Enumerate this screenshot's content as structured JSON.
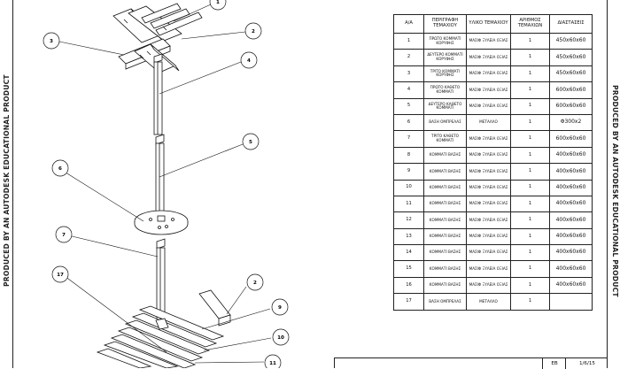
{
  "watermark": {
    "left": "PRODUCED BY AN AUTODESK EDUCATIONAL PRODUCT",
    "right": "PRODUCED BY AN AUTODESK EDUCATIONAL PRODUCT"
  },
  "callouts": [
    "1",
    "2",
    "3",
    "4",
    "5",
    "6",
    "7",
    "17",
    "2",
    "9",
    "10",
    "11"
  ],
  "bom": {
    "headers": [
      "Α/Α",
      "ΠΕΡΙΓΡΑΦΗ ΤΕΜΑΧΙΟΥ",
      "ΥΛΙΚΟ ΤΕΜΑΧΙΟΥ",
      "ΑΡΙΘΜΟΣ ΤΕΜΑΧΙΩΝ",
      "ΔΙΑΣΤΑΣΕΙΣ"
    ],
    "rows": [
      {
        "no": "1",
        "desc": "ΠΡΩΤΟ ΚΟΜΜΑΤΙ ΚΟΡΥΦΗΣ",
        "mat": "ΜΑΣΙΦ ΞΥΛΕΙΑ ΟΞΙΑΣ",
        "qty": "1",
        "dim": "450x60x60"
      },
      {
        "no": "2",
        "desc": "ΔΕΥΤΕΡΟ ΚΟΜΜΑΤΙ ΚΟΡΥΦΗΣ",
        "mat": "ΜΑΣΙΦ ΞΥΛΕΙΑ ΟΞΙΑΣ",
        "qty": "1",
        "dim": "450x60x60"
      },
      {
        "no": "3",
        "desc": "ΤΡΙΤΟ ΚΟΜΜΑΤΙ ΚΟΡΥΦΗΣ",
        "mat": "ΜΑΣΙΦ ΞΥΛΕΙΑ ΟΞΙΑΣ",
        "qty": "1",
        "dim": "450x60x60"
      },
      {
        "no": "4",
        "desc": "ΠΡΩΤΟ ΚΑΘΕΤΟ ΚΟΜΜΑΤΙ",
        "mat": "ΜΑΣΙΦ ΞΥΛΕΙΑ ΟΞΙΑΣ",
        "qty": "1",
        "dim": "600x60x60"
      },
      {
        "no": "5",
        "desc": "ΔΕΥΤΕΡΟ ΚΑΘΕΤΟ ΚΟΜΜΑΤΙ",
        "mat": "ΜΑΣΙΦ ΞΥΛΕΙΑ ΟΞΙΑΣ",
        "qty": "1",
        "dim": "600x60x60"
      },
      {
        "no": "6",
        "desc": "ΒΑΣΗ ΟΜΠΡΕΛΑΣ",
        "mat": "ΜΕΤΑΛΛΟ",
        "qty": "1",
        "dim": "Φ300x2"
      },
      {
        "no": "7",
        "desc": "ΤΡΙΤΟ ΚΑΘΕΤΟ ΚΟΜΜΑΤΙ",
        "mat": "ΜΑΣΙΦ ΞΥΛΕΙΑ ΟΞΙΑΣ",
        "qty": "1",
        "dim": "600x60x60"
      },
      {
        "no": "8",
        "desc": "ΚΟΜΜΑΤΙ ΒΑΣΗΣ",
        "mat": "ΜΑΣΙΦ ΞΥΛΕΙΑ ΟΞΙΑΣ",
        "qty": "1",
        "dim": "400x60x60"
      },
      {
        "no": "9",
        "desc": "ΚΟΜΜΑΤΙ ΒΑΣΗΣ",
        "mat": "ΜΑΣΙΦ ΞΥΛΕΙΑ ΟΞΙΑΣ",
        "qty": "1",
        "dim": "400x60x60"
      },
      {
        "no": "10",
        "desc": "ΚΟΜΜΑΤΙ ΒΑΣΗΣ",
        "mat": "ΜΑΣΙΦ ΞΥΛΕΙΑ ΟΞΙΑΣ",
        "qty": "1",
        "dim": "400x60x60"
      },
      {
        "no": "11",
        "desc": "ΚΟΜΜΑΤΙ ΒΑΣΗΣ",
        "mat": "ΜΑΣΙΦ ΞΥΛΕΙΑ ΟΞΙΑΣ",
        "qty": "1",
        "dim": "400x60x60"
      },
      {
        "no": "12",
        "desc": "ΚΟΜΜΑΤΙ ΒΑΣΗΣ",
        "mat": "ΜΑΣΙΦ ΞΥΛΕΙΑ ΟΞΙΑΣ",
        "qty": "1",
        "dim": "400x60x60"
      },
      {
        "no": "13",
        "desc": "ΚΟΜΜΑΤΙ ΒΑΣΗΣ",
        "mat": "ΜΑΣΙΦ ΞΥΛΕΙΑ ΟΞΙΑΣ",
        "qty": "1",
        "dim": "400x60x60"
      },
      {
        "no": "14",
        "desc": "ΚΟΜΜΑΤΙ ΒΑΣΗΣ",
        "mat": "ΜΑΣΙΦ ΞΥΛΕΙΑ ΟΞΙΑΣ",
        "qty": "1",
        "dim": "400x60x60"
      },
      {
        "no": "15",
        "desc": "ΚΟΜΜΑΤΙ ΒΑΣΗΣ",
        "mat": "ΜΑΣΙΦ ΞΥΛΕΙΑ ΟΞΙΑΣ",
        "qty": "1",
        "dim": "400x60x60"
      },
      {
        "no": "16",
        "desc": "ΚΟΜΜΑΤΙ ΒΑΣΗΣ",
        "mat": "ΜΑΣΙΦ ΞΥΛΕΙΑ ΟΞΙΑΣ",
        "qty": "1",
        "dim": "400x60x60"
      },
      {
        "no": "17",
        "desc": "ΒΑΣΗ ΟΜΠΡΕΛΑΣ",
        "mat": "ΜΕΤΑΛΛΟ",
        "qty": "1",
        "dim": ""
      }
    ]
  },
  "title_block": {
    "code": "ΕΒ",
    "date": "1/6/15"
  }
}
